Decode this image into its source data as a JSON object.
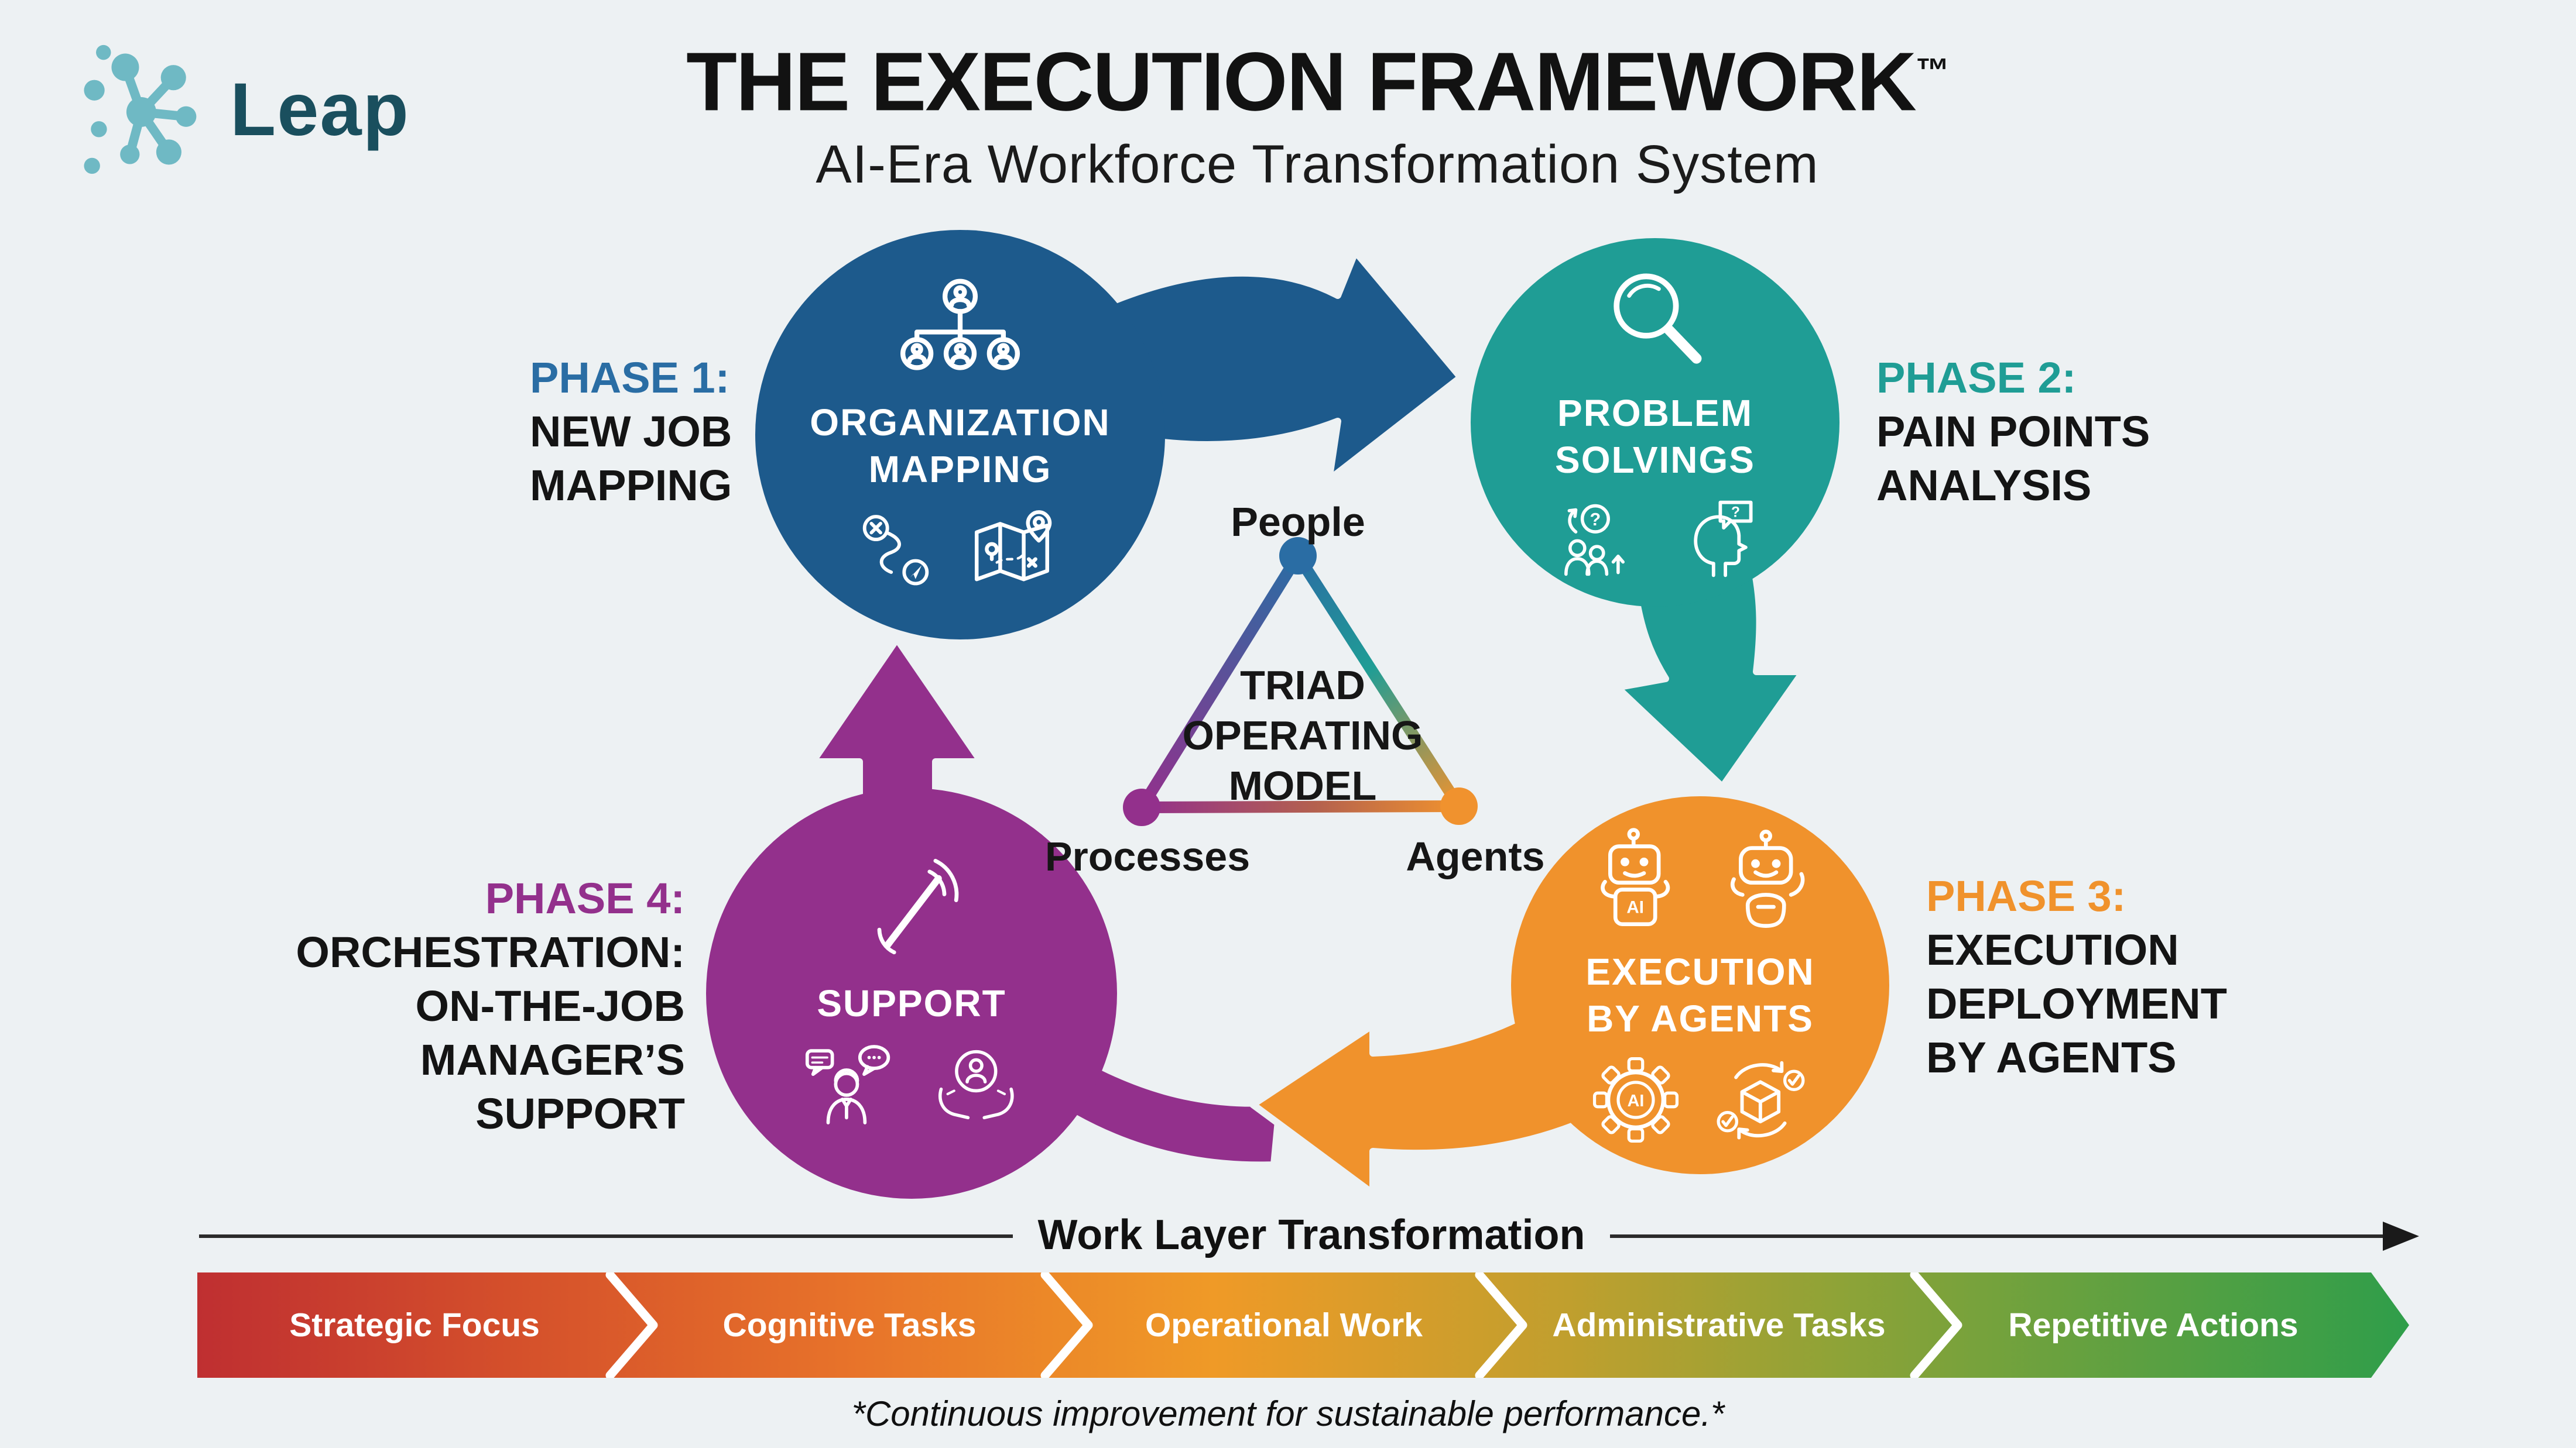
{
  "logo": {
    "name": "Leap"
  },
  "header": {
    "title": "THE EXECUTION FRAMEWORK",
    "trademark": "™",
    "subtitle": "AI-Era Workforce Transformation System"
  },
  "phases": [
    {
      "num": "PHASE 1:",
      "label_lines": [
        "NEW JOB",
        "MAPPING"
      ],
      "circle_lines": [
        "ORGANIZATION",
        "MAPPING"
      ],
      "color": "#1d5a8c",
      "accent": "#2a6da4"
    },
    {
      "num": "PHASE 2:",
      "label_lines": [
        "PAIN POINTS",
        "ANALYSIS"
      ],
      "circle_lines": [
        "PROBLEM",
        "SOLVINGS"
      ],
      "color": "#1f9d95",
      "accent": "#1f9d95"
    },
    {
      "num": "PHASE 3:",
      "label_lines": [
        "EXECUTION",
        "DEPLOYMENT",
        "BY AGENTS"
      ],
      "circle_lines": [
        "EXECUTION",
        "BY AGENTS"
      ],
      "color": "#f0922c",
      "accent": "#f0922c"
    },
    {
      "num": "PHASE 4:",
      "label_lines": [
        "ORCHESTRATION:",
        "ON-THE-JOB",
        "MANAGER’S SUPPORT"
      ],
      "circle_lines": [
        "SUPPORT"
      ],
      "color": "#93308c",
      "accent": "#93308c"
    }
  ],
  "triad": {
    "center_lines": [
      "TRIAD",
      "OPERATING",
      "MODEL"
    ],
    "vertices": [
      {
        "label": "People",
        "color": "#2a6da4"
      },
      {
        "label": "Processes",
        "color": "#93308c"
      },
      {
        "label": "Agents",
        "color": "#f0922e"
      }
    ]
  },
  "work_layer": {
    "title": "Work Layer Transformation",
    "segments": [
      {
        "label": "Strategic Focus",
        "color": "#bf2f31"
      },
      {
        "label": "Cognitive Tasks",
        "color": "#e8742a"
      },
      {
        "label": "Operational Work",
        "color": "#ef9a27"
      },
      {
        "label": "Administrative Tasks",
        "color": "#a8a433"
      },
      {
        "label": "Repetitive Actions",
        "color": "#2f9e4a"
      }
    ]
  },
  "footer": {
    "note": "*Continuous improvement for sustainable performance.*"
  },
  "icons": {
    "question_mark": "?",
    "ai_label": "AI",
    "names": [
      "org-chart-icon",
      "route-icon",
      "map-icon",
      "magnifier-icon",
      "people-question-icon",
      "head-question-icon",
      "robot-icon",
      "robot-buddy-icon",
      "gear-ai-icon",
      "package-cycle-icon",
      "baton-icon",
      "chat-person-icon",
      "care-hands-icon",
      "leap-logo-icon"
    ]
  }
}
